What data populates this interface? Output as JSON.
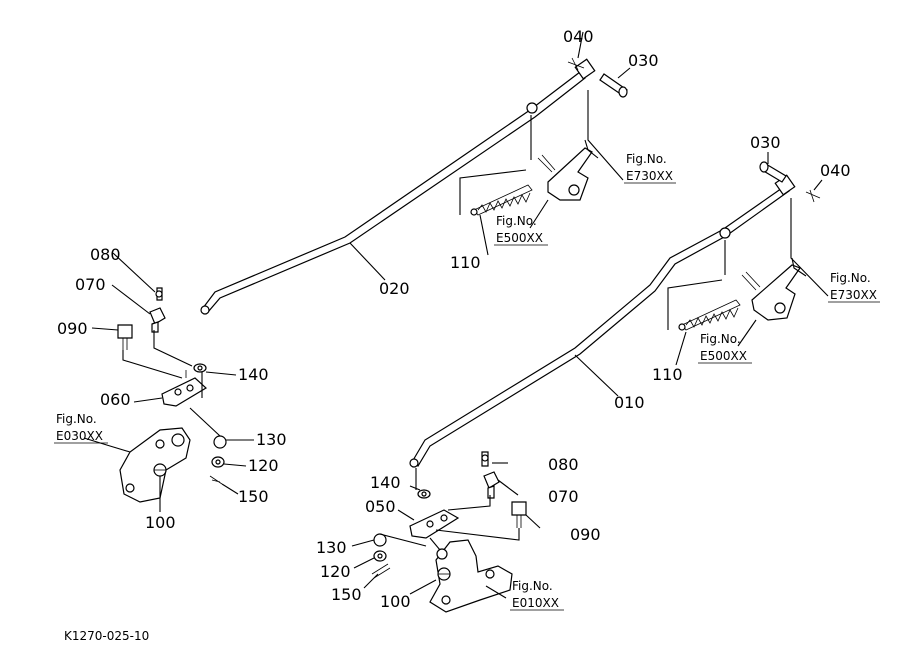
{
  "diagram": {
    "drawing_code": "K1270-025-10",
    "left_assembly": {
      "labels": {
        "p020": "020",
        "p030": "030",
        "p040": "040",
        "p110": "110",
        "p080": "080",
        "p070": "070",
        "p090": "090",
        "p140": "140",
        "p060": "060",
        "p130": "130",
        "p120": "120",
        "p150": "150",
        "p100": "100"
      },
      "refs": {
        "e730_title": "Fig.No.",
        "e730_code": "E730XX",
        "e500_title": "Fig.No.",
        "e500_code": "E500XX",
        "e030_title": "Fig.No.",
        "e030_code": "E030XX"
      }
    },
    "right_assembly": {
      "labels": {
        "p010": "010",
        "p030": "030",
        "p040": "040",
        "p110": "110",
        "p080": "080",
        "p070": "070",
        "p090": "090",
        "p140": "140",
        "p050": "050",
        "p130": "130",
        "p120": "120",
        "p150": "150",
        "p100": "100"
      },
      "refs": {
        "e730_title": "Fig.No.",
        "e730_code": "E730XX",
        "e500_title": "Fig.No.",
        "e500_code": "E500XX",
        "e010_title": "Fig.No.",
        "e010_code": "E010XX"
      }
    }
  }
}
